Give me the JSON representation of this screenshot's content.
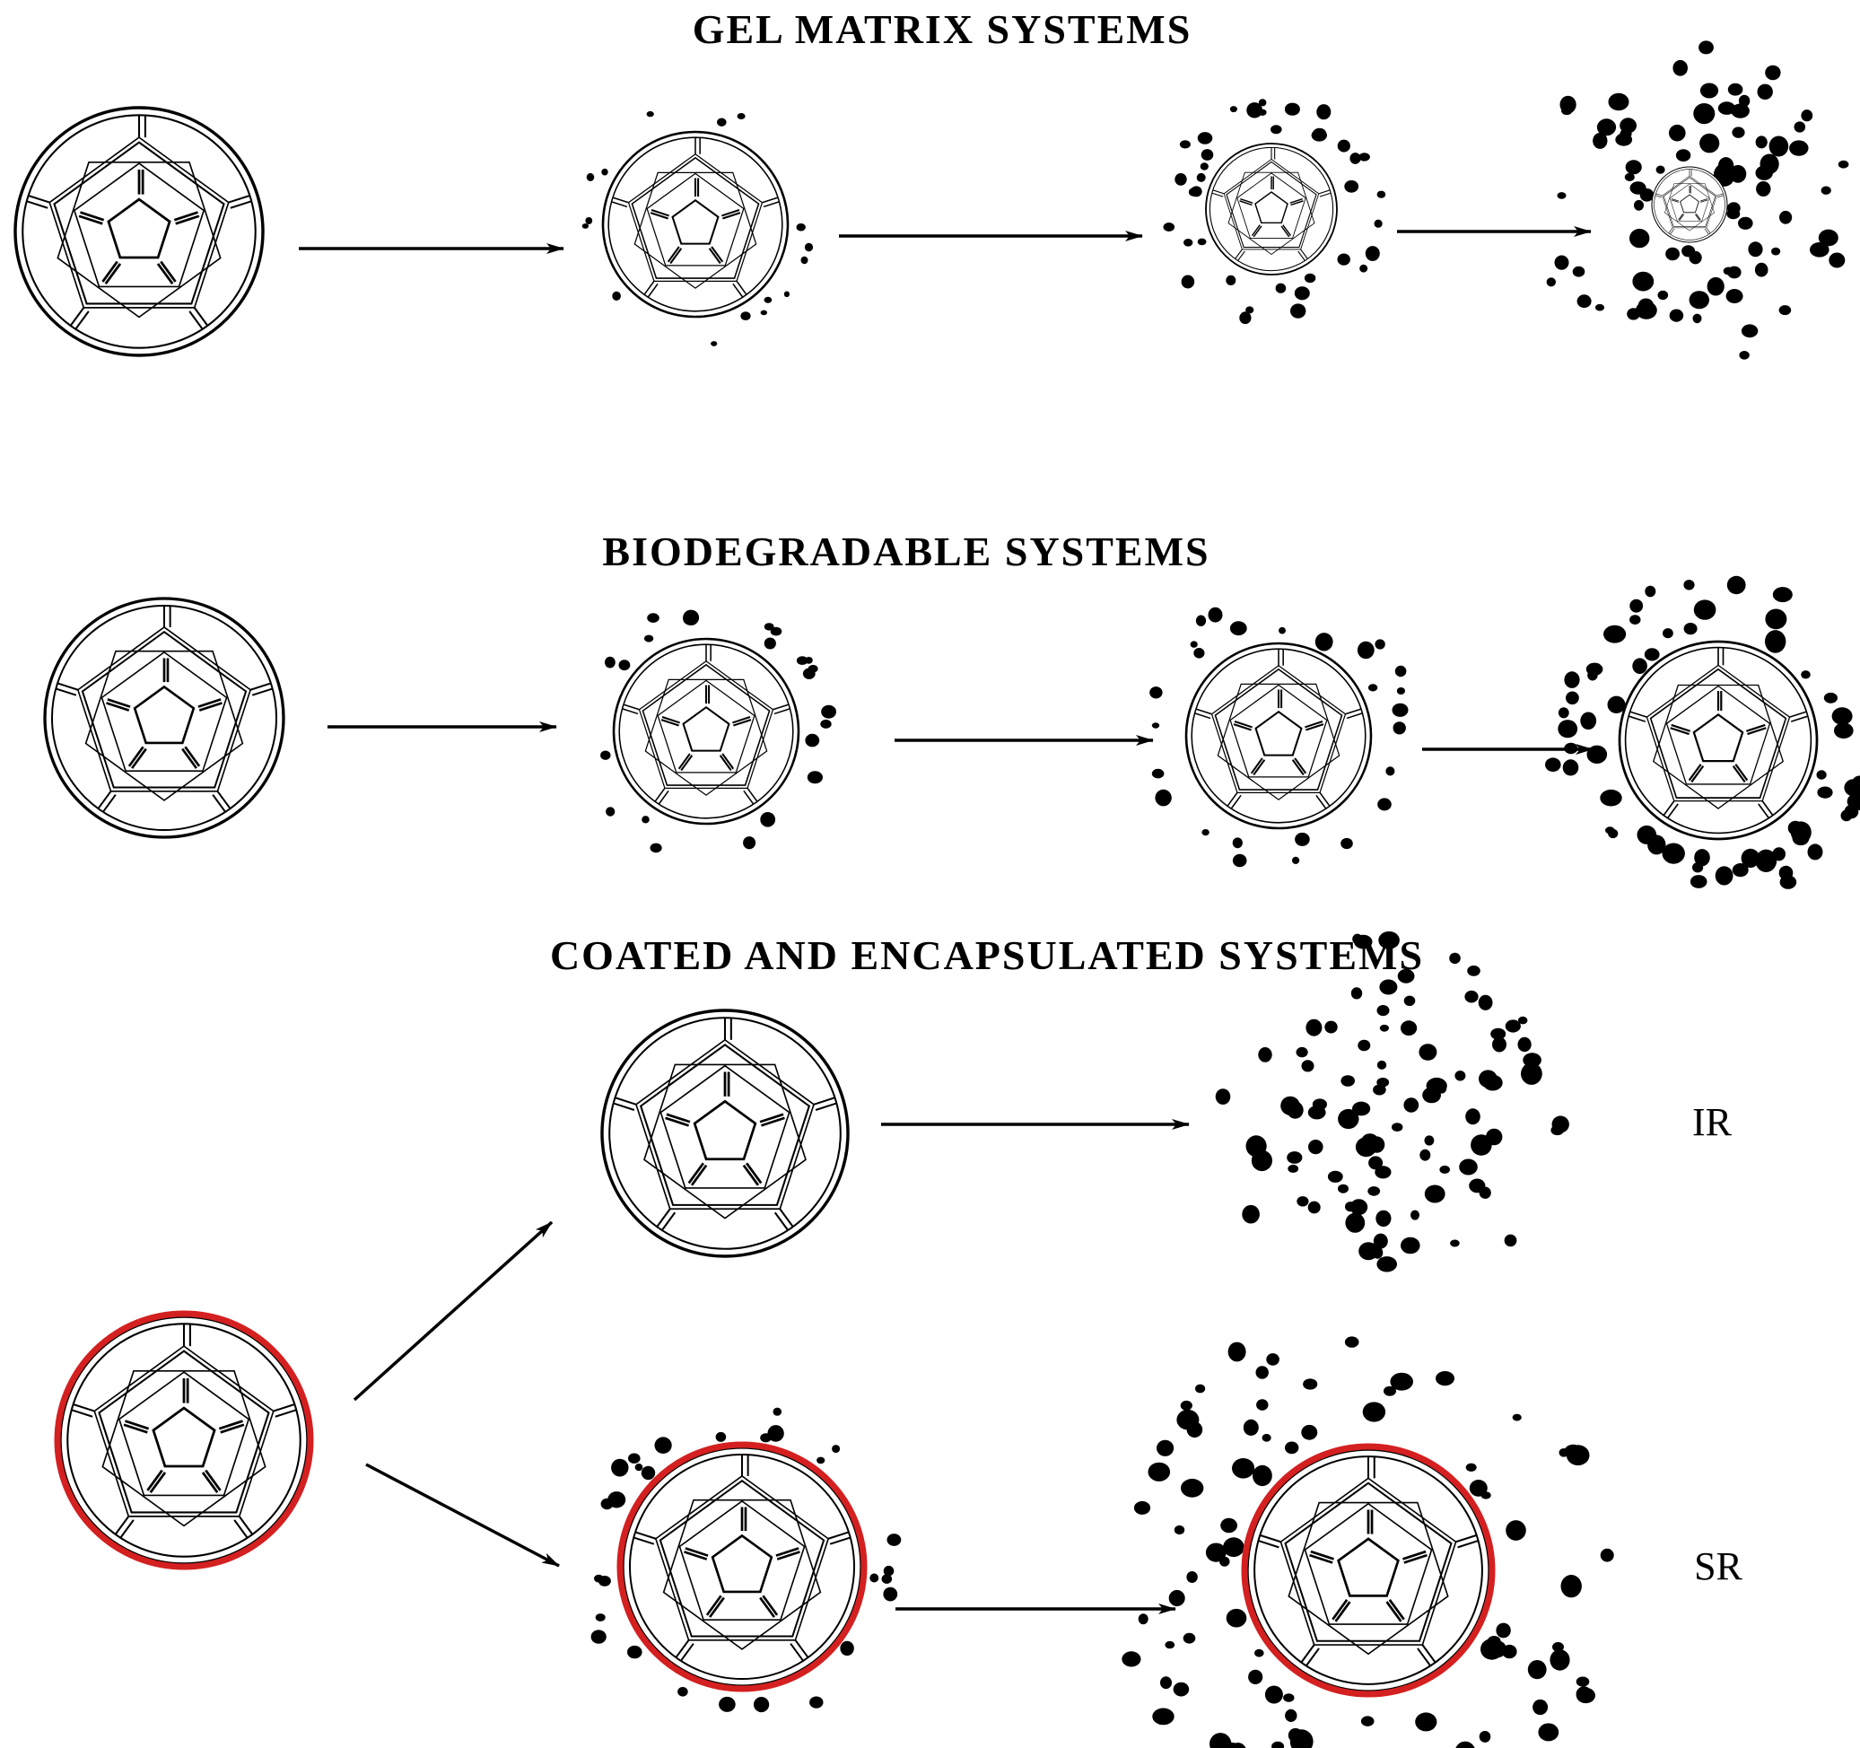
{
  "sections": [
    {
      "title": "GEL MATRIX SYSTEMS"
    },
    {
      "title": "BIODEGRADABLE SYSTEMS"
    },
    {
      "title": "COATED AND ENCAPSULATED SYSTEMS"
    }
  ],
  "labels": {
    "ir": "IR",
    "sr": "SR"
  },
  "colors": {
    "ink": "#000000",
    "coating": "#d42020",
    "background": "#ffffff"
  },
  "icons": {
    "particle": "fullerene-icon",
    "drug": "drug-dot-icon",
    "flow": "arrow-icon"
  }
}
